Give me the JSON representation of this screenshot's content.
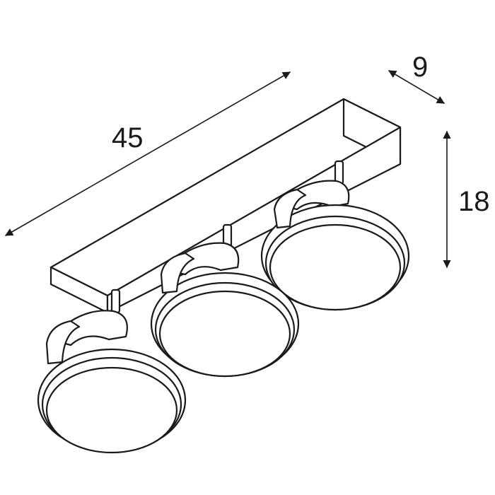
{
  "dimensions": {
    "length": "45",
    "depth": "9",
    "height": "18"
  },
  "colors": {
    "line": "#1a1a1a",
    "background": "#ffffff"
  }
}
